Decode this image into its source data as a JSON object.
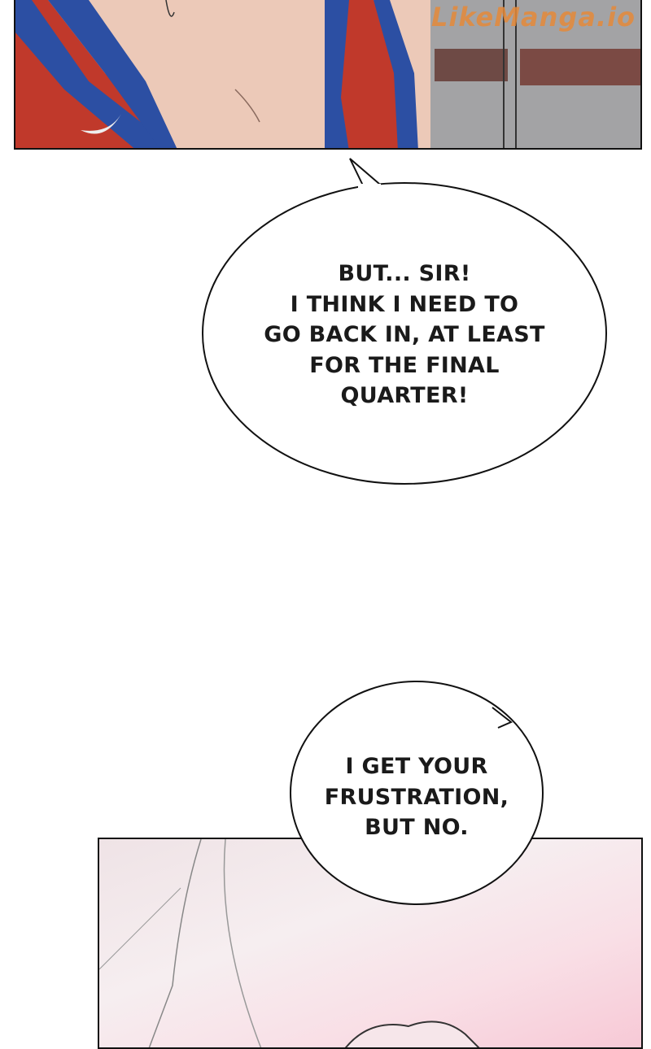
{
  "watermark": {
    "text": "LikeManga.io"
  },
  "bubbles": [
    {
      "lines": [
        "BUT... SIR!",
        "I THINK I NEED TO",
        "GO BACK IN, AT LEAST",
        "FOR THE FINAL",
        "QUARTER!"
      ]
    },
    {
      "lines": [
        "I GET YOUR",
        "FRUSTRATION,",
        "BUT NO."
      ]
    }
  ],
  "colors": {
    "jersey_red": "#c0392b",
    "jersey_blue": "#2c4fa3",
    "skin": "#ecc9b8",
    "background_gray": "#9a9a9c"
  }
}
